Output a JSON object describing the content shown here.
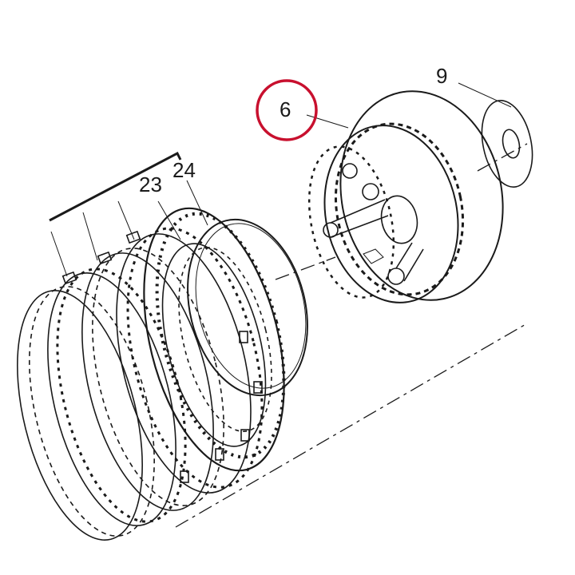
{
  "callouts": [
    {
      "id": "6",
      "label": "6",
      "highlighted": true
    },
    {
      "id": "9",
      "label": "9",
      "highlighted": false
    },
    {
      "id": "23",
      "label": "23",
      "highlighted": false
    },
    {
      "id": "24",
      "label": "24",
      "highlighted": false
    }
  ],
  "colors": {
    "line": "#1a1a1a",
    "highlight": "#c8102e",
    "background": "#ffffff"
  }
}
